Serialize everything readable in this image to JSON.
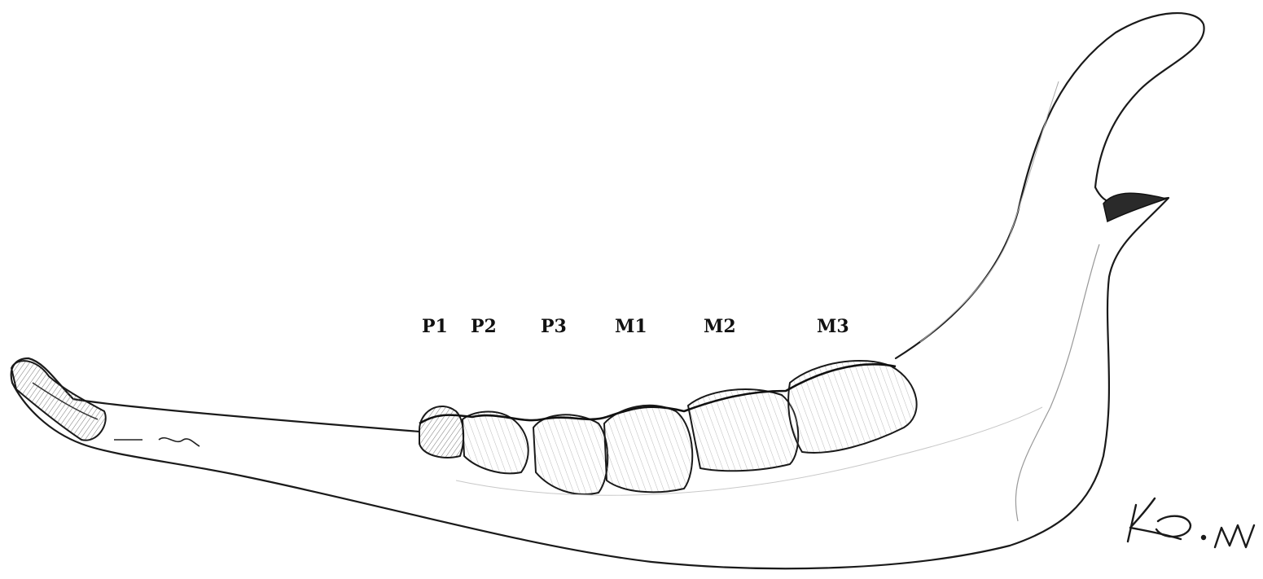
{
  "figure": {
    "teeth": [
      {
        "id": "p1",
        "label": "P1"
      },
      {
        "id": "p2",
        "label": "P2"
      },
      {
        "id": "p3",
        "label": "P3"
      },
      {
        "id": "m1",
        "label": "M1"
      },
      {
        "id": "m2",
        "label": "M2"
      },
      {
        "id": "m3",
        "label": "M3"
      }
    ],
    "signature": "Kö.M",
    "colors": {
      "ink": "#1a1a1a",
      "shade": "#6a6a6a",
      "background": "#ffffff"
    }
  }
}
